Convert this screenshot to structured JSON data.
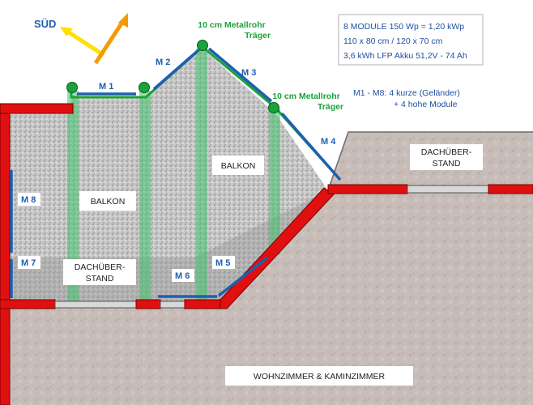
{
  "colors": {
    "red": "#e01010",
    "green": "#1aa33a",
    "blue": "#1f5fb0",
    "info_text": "#1f4fa0",
    "beam": "#3fc36a"
  },
  "compass": {
    "label": "SÜD"
  },
  "beams": {
    "label_top_line1": "10 cm Metallrohr",
    "label_top_line2": "Träger",
    "label_right_line1": "10 cm Metallrohr",
    "label_right_line2": "Träger"
  },
  "info_box": {
    "line1": "8 MODULE 150 Wp = 1,20 kWp",
    "line2": "110 x 80 cm / 120 x 70 cm",
    "line3": "3,6 kWh LFP Akku 51,2V - 74 Ah"
  },
  "note": {
    "line1": "M1 - M8:    4 kurze (Geländer)",
    "line2": "+ 4 hohe Module"
  },
  "modules": [
    "M 1",
    "M 2",
    "M 3",
    "M 4",
    "M 5",
    "M 6",
    "M 7",
    "M 8"
  ],
  "areas": {
    "balkon_left": "BALKON",
    "balkon_right": "BALKON",
    "dach_left_line1": "DACHÜBER-",
    "dach_left_line2": "STAND",
    "dach_right_line1": "DACHÜBER-",
    "dach_right_line2": "STAND",
    "living": "WOHNZIMMER & KAMINZIMMER"
  }
}
